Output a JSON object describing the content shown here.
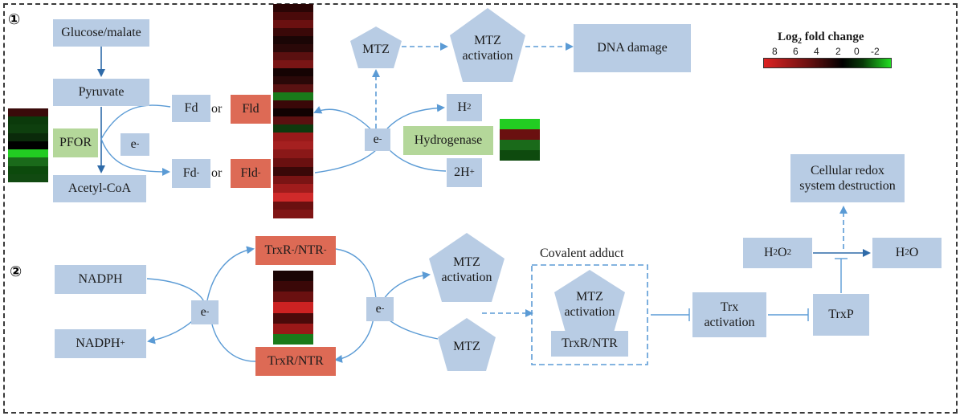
{
  "section_markers": [
    "①",
    "②"
  ],
  "legend": {
    "title_main": "Log",
    "title_sub": "2",
    "title_rest": " fold change",
    "ticks": [
      "8",
      "6",
      "4",
      "2",
      "0",
      "-2"
    ],
    "colors": {
      "high": "#dd2222",
      "mid": "#000000",
      "low": "#22dd22"
    }
  },
  "part1": {
    "glucose": "Glucose/malate",
    "pyruvate": "Pyruvate",
    "pfor": "PFOR",
    "acetyl": "Acetyl-CoA",
    "fd": "Fd",
    "or1": "or",
    "fld": "Fld",
    "e_small": "e",
    "e_sup": "-",
    "fd_minus": "Fd",
    "fd_minus_sup": "-",
    "or2": "or",
    "fld_minus": "Fld",
    "fld_minus_sup": "-",
    "e_center": "e",
    "e_center_sup": "-",
    "h2": "H",
    "h2_sub": "2",
    "hydrogenase": "Hydrogenase",
    "h_plus": "2H",
    "h_plus_sup": "+",
    "mtz": "MTZ",
    "mtz_activation_1": "MTZ",
    "mtz_activation_2": "activation",
    "dna": "DNA  damage"
  },
  "part2": {
    "nadph": "NADPH",
    "nadph_plus": "NADPH",
    "nadph_plus_sup": "+",
    "e_left": "e",
    "e_left_sup": "-",
    "trxr_minus": "TrxR",
    "trxr_minus_sup1": "-",
    "trxr_minus_mid": "/NTR",
    "trxr_minus_sup2": "-",
    "trxr": "TrxR/NTR",
    "e_right": "e",
    "e_right_sup": "-",
    "mtz_act_1": "MTZ",
    "mtz_act_2": "activation",
    "mtz": "MTZ",
    "covalent": "Covalent adduct",
    "adduct_mtz_1": "MTZ",
    "adduct_mtz_2": "activation",
    "adduct_trxr": "TrxR/NTR",
    "trx_1": "Trx",
    "trx_2": "activation",
    "trxp": "TrxP",
    "h2o2": "H",
    "h2o2_sub1": "2",
    "h2o2_mid": "O",
    "h2o2_sub2": "2",
    "h2o": "H",
    "h2o_sub": "2",
    "h2o_rest": "O",
    "redox_1": "Cellular redox",
    "redox_2": "system destruction"
  },
  "heatmaps": {
    "pfor": [
      "#3a0a0a",
      "#0b3a0b",
      "#0e3f0e",
      "#0a2a0a",
      "#000000",
      "#22cc22",
      "#1a6a1a",
      "#0c4a0c",
      "#114a11"
    ],
    "fd_fld_top": [
      "#2a0505",
      "#4a0a0a",
      "#6a1010",
      "#3a0808",
      "#1a0505",
      "#2a0808",
      "#5a1010",
      "#7a1515",
      "#150303",
      "#2a0808",
      "#5a1212",
      "#1a7a1a",
      "#3a0808",
      "#100202",
      "#5a1010",
      "#0e3a0e"
    ],
    "fd_fld_bottom": [
      "#9a1a1a",
      "#a52020",
      "#8a1818",
      "#6a1010",
      "#3a0808",
      "#7a1414",
      "#a01c1c",
      "#d02a2a",
      "#6a1010",
      "#801515"
    ],
    "hydrogenase": [
      "#22cc22",
      "#6a1010",
      "#1a6a1a",
      "#0e4a0e"
    ],
    "trxr": [
      "#1a0505",
      "#3a0808",
      "#6a1010",
      "#cc2222",
      "#4a0a0a",
      "#9a1818",
      "#1a7a1a"
    ]
  }
}
